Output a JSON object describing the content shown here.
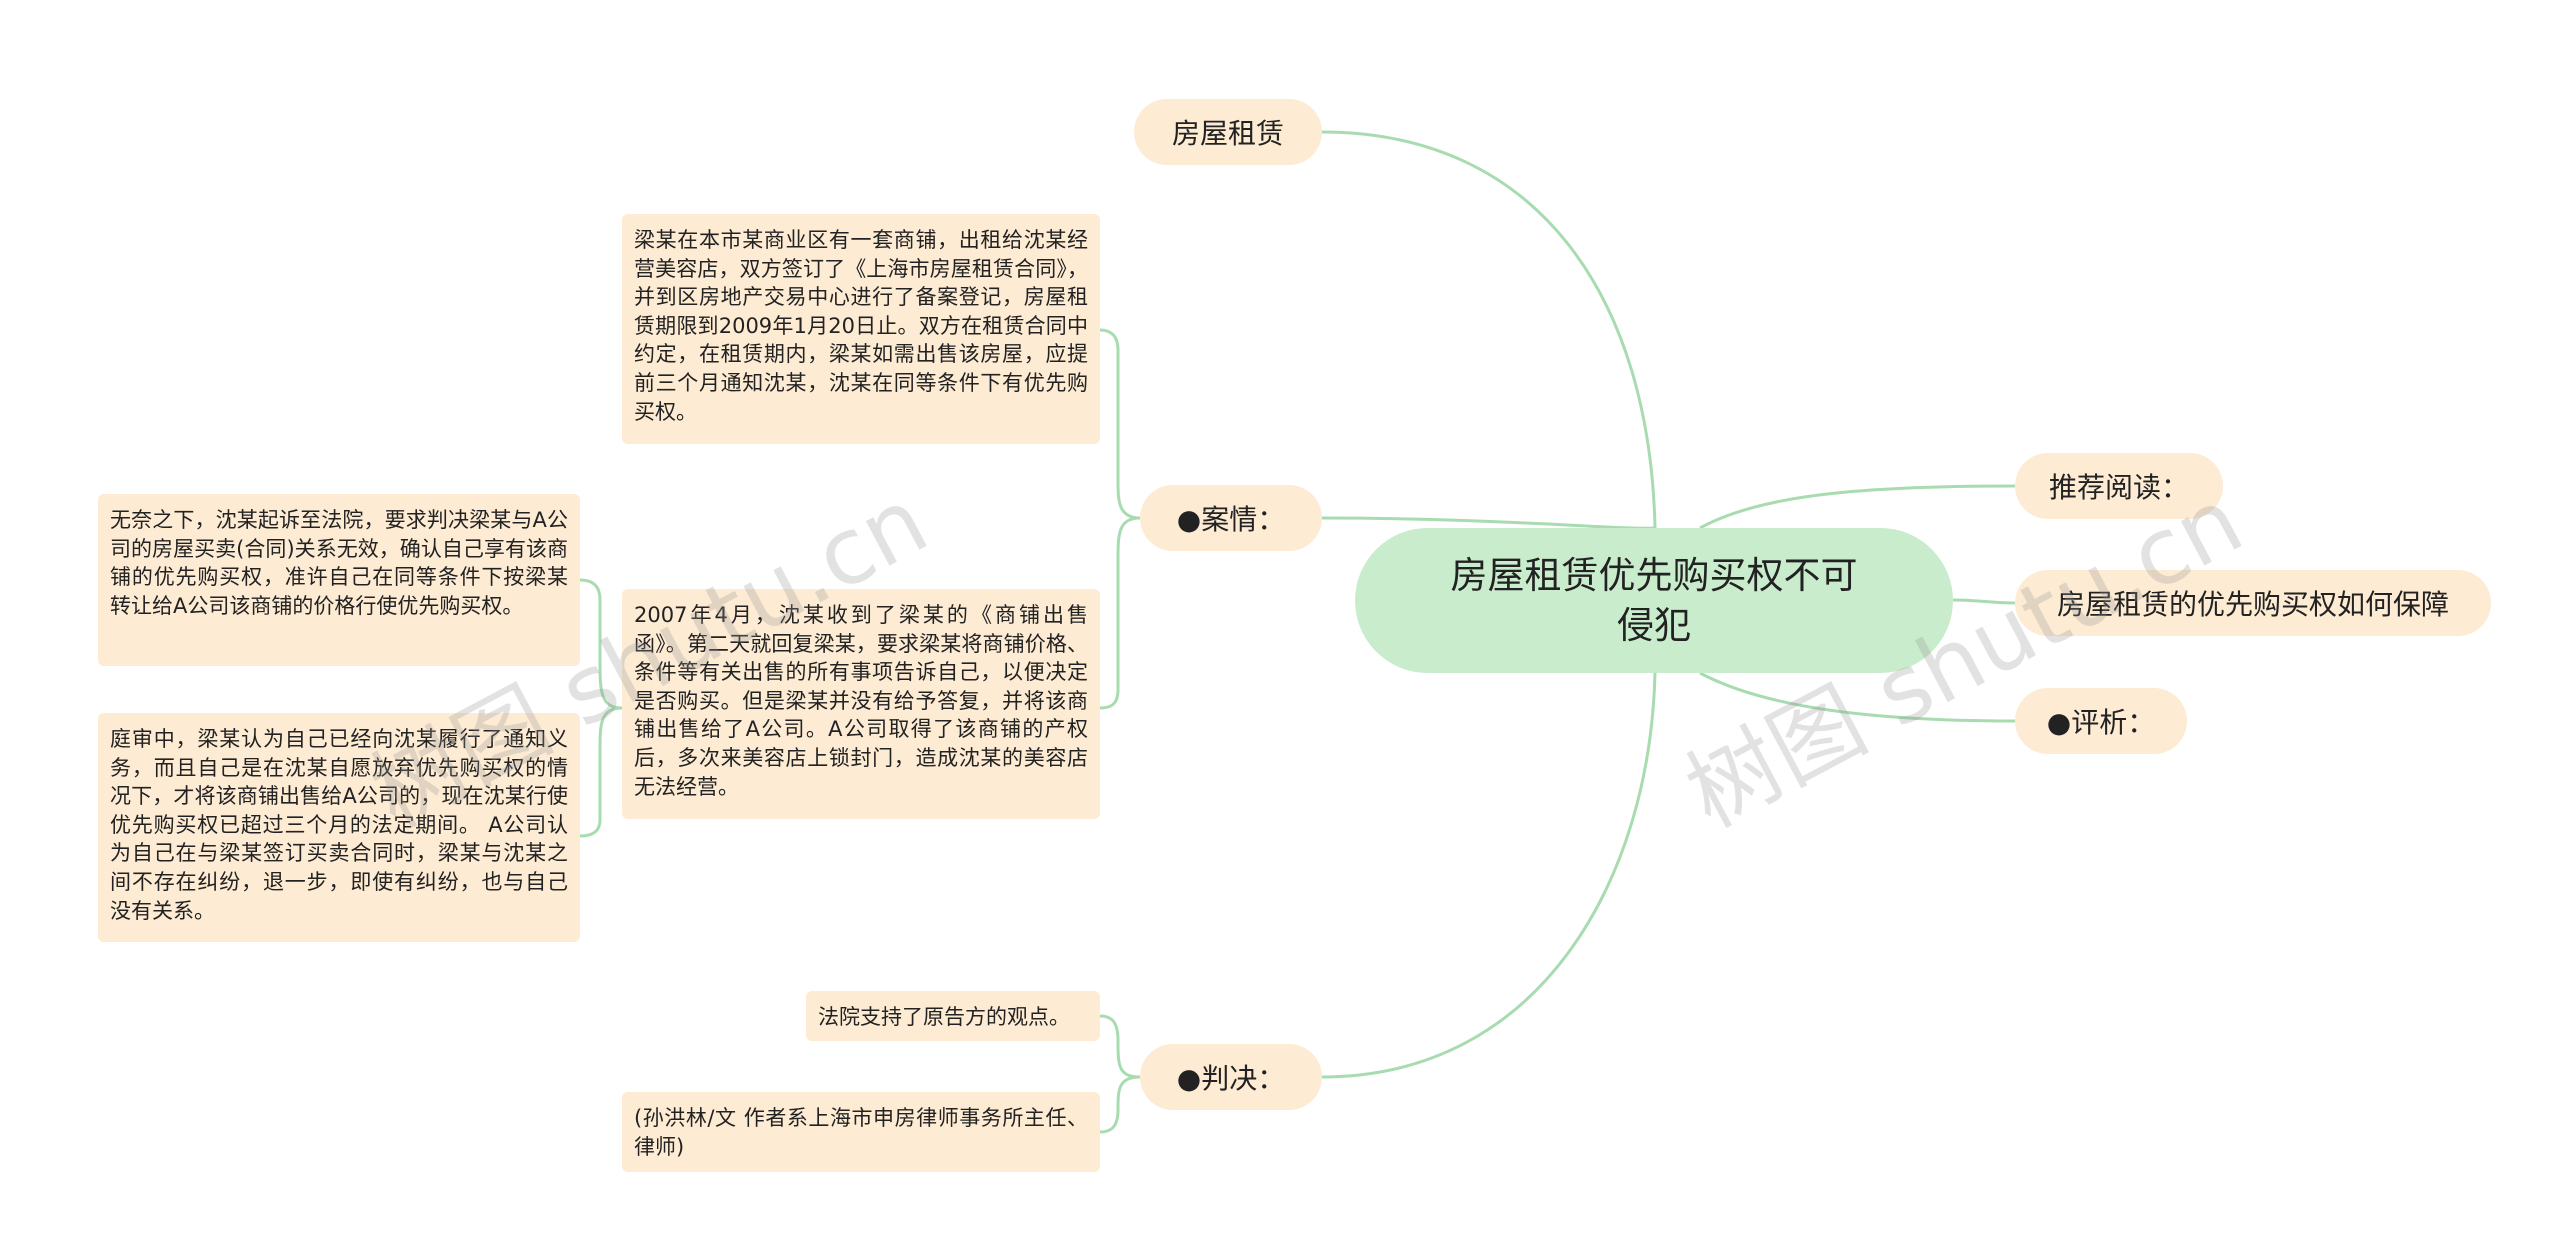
{
  "root": {
    "title": "房屋租赁优先购买权不可侵犯"
  },
  "branches": {
    "rental": "房屋租赁",
    "case": "●案情：",
    "ruling": "●判决：",
    "recommend": "推荐阅读：",
    "related": "房屋租赁的优先购买权如何保障",
    "analysis": "●评析："
  },
  "case_leaves": {
    "background": "梁某在本市某商业区有一套商铺，出租给沈某经营美容店，双方签订了《上海市房屋租赁合同》，并到区房地产交易中心进行了备案登记，房屋租赁期限到2009年1月20日止。双方在租赁合同中约定，在租赁期内，梁某如需出售该房屋，应提前三个月通知沈某，沈某在同等条件下有优先购买权。",
    "sale_notice": "2007年4月，沈某收到了梁某的《商铺出售函》。第二天就回复梁某，要求梁某将商铺价格、条件等有关出售的所有事项告诉自己，以便决定是否购买。但是梁某并没有给予答复，并将该商铺出售给了A公司。A公司取得了该商铺的产权后，多次来美容店上锁封门，造成沈某的美容店无法经营。",
    "lawsuit": "无奈之下，沈某起诉至法院，要求判决梁某与A公司的房屋买卖(合同)关系无效，确认自己享有该商铺的优先购买权，准许自己在同等条件下按梁某转让给A公司该商铺的价格行使优先购买权。",
    "trial": "庭审中，梁某认为自己已经向沈某履行了通知义务，而且自己是在沈某自愿放弃优先购买权的情况下，才将该商铺出售给A公司的，现在沈某行使优先购买权已超过三个月的法定期间。 A公司认为自己在与梁某签订买卖合同时，梁某与沈某之间不存在纠纷，退一步，即使有纠纷，也与自己没有关系。"
  },
  "ruling_leaves": {
    "court": "法院支持了原告方的观点。",
    "author": "(孙洪林/文 作者系上海市申房律师事务所主任、律师)"
  },
  "watermarks": [
    "树图 shutu.cn",
    "树图 shutu.cn"
  ],
  "colors": {
    "root_fill": "#c9eccc",
    "node_fill": "#fdebd3",
    "link_stroke": "#a8dcb0"
  }
}
